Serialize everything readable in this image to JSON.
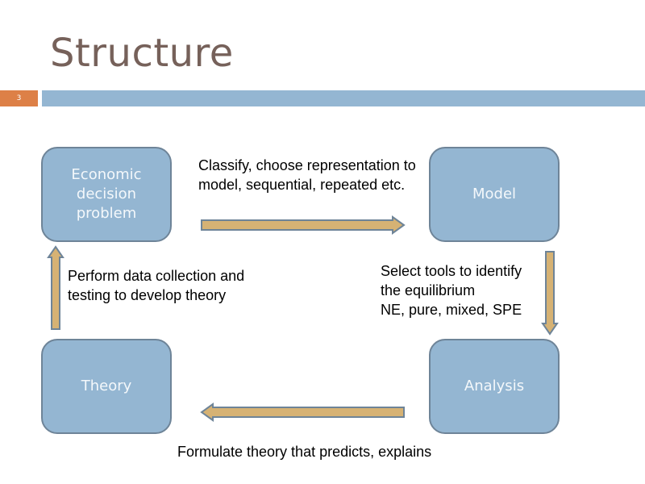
{
  "slide": {
    "title": "Structure",
    "slide_number": "3"
  },
  "colors": {
    "title": "#76615a",
    "accent_orange": "#dd8047",
    "header_bar": "#94b6d2",
    "node_fill": "#94b6d2",
    "node_border": "#6e8498",
    "arrow_fill": "#d6b274",
    "arrow_border": "#6e8498"
  },
  "diagram": {
    "nodes": {
      "economic": "Economic decision problem",
      "model": "Model",
      "analysis": "Analysis",
      "theory": "Theory"
    },
    "edges": {
      "economic_to_model": "Classify, choose representation to model, sequential, repeated etc.",
      "model_to_analysis": [
        "Select tools to identify",
        "the equilibrium",
        "NE, pure, mixed, SPE"
      ],
      "analysis_to_theory": "Formulate theory that predicts, explains",
      "theory_to_economic": "Perform data collection and testing to develop theory"
    }
  }
}
